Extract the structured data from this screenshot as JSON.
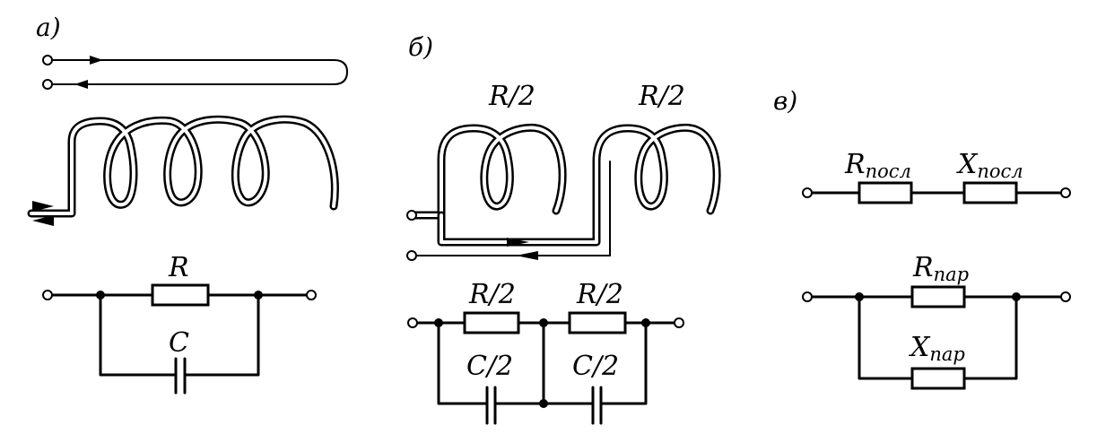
{
  "panels": {
    "a": {
      "label": "а)",
      "R": "R",
      "C": "C"
    },
    "b": {
      "label": "б)",
      "R_half_coil_1": "R/2",
      "R_half_coil_2": "R/2",
      "R_half_res_1": "R/2",
      "R_half_res_2": "R/2",
      "C_half_1": "C/2",
      "C_half_2": "C/2"
    },
    "c": {
      "label": "в)",
      "R_ser": {
        "main": "R",
        "sub": "посл"
      },
      "X_ser": {
        "main": "X",
        "sub": "посл"
      },
      "R_par": {
        "main": "R",
        "sub": "пар"
      },
      "X_par": {
        "main": "X",
        "sub": "пар"
      }
    }
  }
}
